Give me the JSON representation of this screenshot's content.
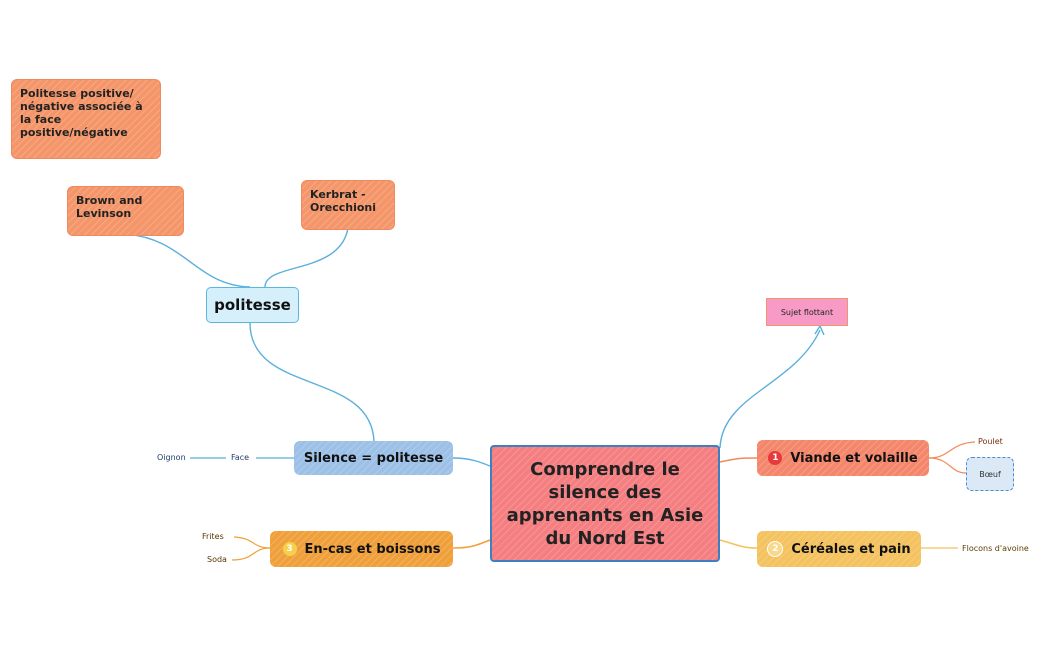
{
  "central_topic": "Comprendre le silence des apprenants en Asie du Nord Est",
  "floating_topic": "Sujet flottant",
  "branches": {
    "silence": {
      "label": "Silence = politesse",
      "children": [
        "Face"
      ],
      "grandchildren": [
        "Oignon"
      ]
    },
    "politesse": {
      "label": "politesse",
      "children": [
        "Brown and Levinson",
        "Kerbrat - Orecchioni"
      ]
    },
    "note": "Politesse positive/ négative associée à la face positive/négative",
    "viande": {
      "number": "1",
      "label": "Viande et volaille",
      "children": [
        "Poulet",
        "Bœuf"
      ]
    },
    "cereales": {
      "number": "2",
      "label": "Céréales et pain",
      "children": [
        "Flocons d'avoine"
      ]
    },
    "encas": {
      "number": "3",
      "label": "En-cas et boissons",
      "children": [
        "Frites",
        "Soda"
      ]
    }
  },
  "colors": {
    "central": "#f47e80",
    "central_border": "#3d7fc0",
    "orange_box": "#f4966a",
    "politesse_fill": "#d6f0fb",
    "silence_fill": "#9dc0e7",
    "viande_fill": "#f4876b",
    "cereales_fill": "#f4c25f",
    "encas_fill": "#f0a03a",
    "link_blue": "#5aafdc",
    "link_orange": "#f28a5c",
    "link_yellow": "#f4c25f",
    "link_encas": "#f0a03a",
    "flottant_fill": "#f79bc6"
  }
}
